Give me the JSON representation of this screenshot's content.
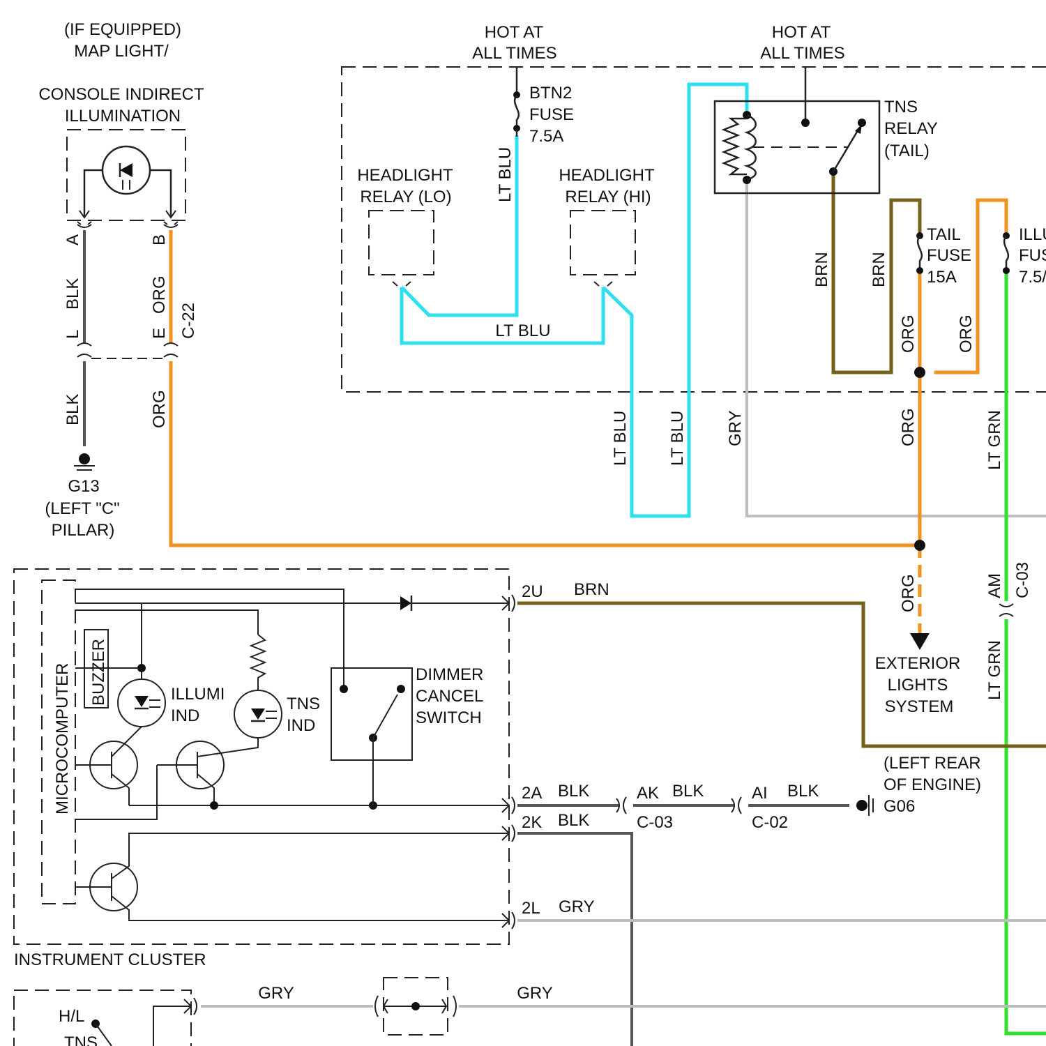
{
  "colors": {
    "lt_blu": "#2ee0ef",
    "org": "#ef9322",
    "brn": "#75621a",
    "gry": "#bdbdbd",
    "blk": "#555555",
    "lt_grn": "#2fe02f",
    "line": "#222222"
  },
  "labels": {
    "if_equipped": "(IF EQUIPPED)",
    "map_light": "MAP LIGHT/",
    "console_indirect": "CONSOLE INDIRECT",
    "illumination": "ILLUMINATION",
    "hot1_a": "HOT AT",
    "hot1_b": "ALL TIMES",
    "hot2_a": "HOT AT",
    "hot2_b": "ALL TIMES",
    "btn2": "BTN2",
    "fuse": "FUSE",
    "amp_75": "7.5A",
    "tns": "TNS",
    "relay": "RELAY",
    "tail_paren": "(TAIL)",
    "headlight_lo_1": "HEADLIGHT",
    "headlight_lo_2": "RELAY (LO)",
    "headlight_hi_1": "HEADLIGHT",
    "headlight_hi_2": "RELAY (HI)",
    "tail": "TAIL",
    "tail_fuse": "FUSE",
    "amp_15": "15A",
    "illu_partial": "ILLU",
    "fus_partial": "FUS",
    "amp_75_partial": "7.5/",
    "pin_a": "A",
    "pin_b": "B",
    "pin_l": "L",
    "pin_e": "E",
    "c22": "C-22",
    "g13": "G13",
    "left_c_1": "(LEFT \"C\"",
    "left_c_2": "PILLAR)",
    "exterior_1": "EXTERIOR",
    "exterior_2": "LIGHTS",
    "exterior_3": "SYSTEM",
    "am": "AM",
    "c03_right": "C-03",
    "pin_2u": "2U",
    "pin_2a": "2A",
    "pin_2k": "2K",
    "pin_2l": "2L",
    "pin_ak": "AK",
    "pin_ai": "AI",
    "c03": "C-03",
    "c02": "C-02",
    "g06": "G06",
    "left_rear_1": "(LEFT REAR",
    "left_rear_2": "OF ENGINE)",
    "microcomputer": "MICROCOMPUTER",
    "buzzer": "BUZZER",
    "illumi": "ILLUMI",
    "ind1": "IND",
    "tns_ind": "TNS",
    "ind2": "IND",
    "dimmer": "DIMMER",
    "cancel": "CANCEL",
    "switch": "SWITCH",
    "instrument_cluster": "INSTRUMENT CLUSTER",
    "hl": "H/L",
    "tns_bottom": "TNS"
  },
  "wire_labels": {
    "blk_a": "BLK",
    "blk_b": "BLK",
    "org_a": "ORG",
    "org_b": "ORG",
    "lt_blu_fuse": "LT BLU",
    "lt_blu_relays": "LT BLU",
    "lt_blu_down1": "LT BLU",
    "lt_blu_down2": "LT BLU",
    "gry_relay": "GRY",
    "brn_relay1": "BRN",
    "brn_relay2": "BRN",
    "org_fuse": "ORG",
    "org_illu": "ORG",
    "org_down": "ORG",
    "org_ext": "ORG",
    "lt_grn_up": "LT GRN",
    "lt_grn_down": "LT GRN",
    "brn_2u": "BRN",
    "blk_2a": "BLK",
    "blk_ak": "BLK",
    "blk_ai": "BLK",
    "blk_2k": "BLK",
    "gry_2l": "GRY",
    "gry_bottom1": "GRY",
    "gry_bottom2": "GRY"
  }
}
